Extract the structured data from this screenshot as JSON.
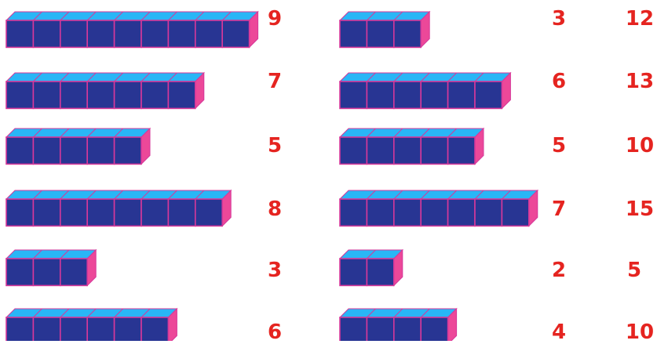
{
  "colors": {
    "cube_front": "#283593",
    "cube_top": "#29b6f6",
    "cube_side": "#ec4899",
    "outline": "#d6389a",
    "number": "#e52420"
  },
  "left_rows": [
    {
      "cubes": 9,
      "label": "9"
    },
    {
      "cubes": 7,
      "label": "7"
    },
    {
      "cubes": 5,
      "label": "5"
    },
    {
      "cubes": 8,
      "label": "8"
    },
    {
      "cubes": 3,
      "label": "3"
    },
    {
      "cubes": 6,
      "label": "6"
    }
  ],
  "right_rows": [
    {
      "cubes": 3,
      "label": "3",
      "total": "12"
    },
    {
      "cubes": 6,
      "label": "6",
      "total": "13"
    },
    {
      "cubes": 5,
      "label": "5",
      "total": "10"
    },
    {
      "cubes": 7,
      "label": "7",
      "total": "15"
    },
    {
      "cubes": 2,
      "label": "2",
      "total": "5"
    },
    {
      "cubes": 4,
      "label": "4",
      "total": "10"
    }
  ]
}
